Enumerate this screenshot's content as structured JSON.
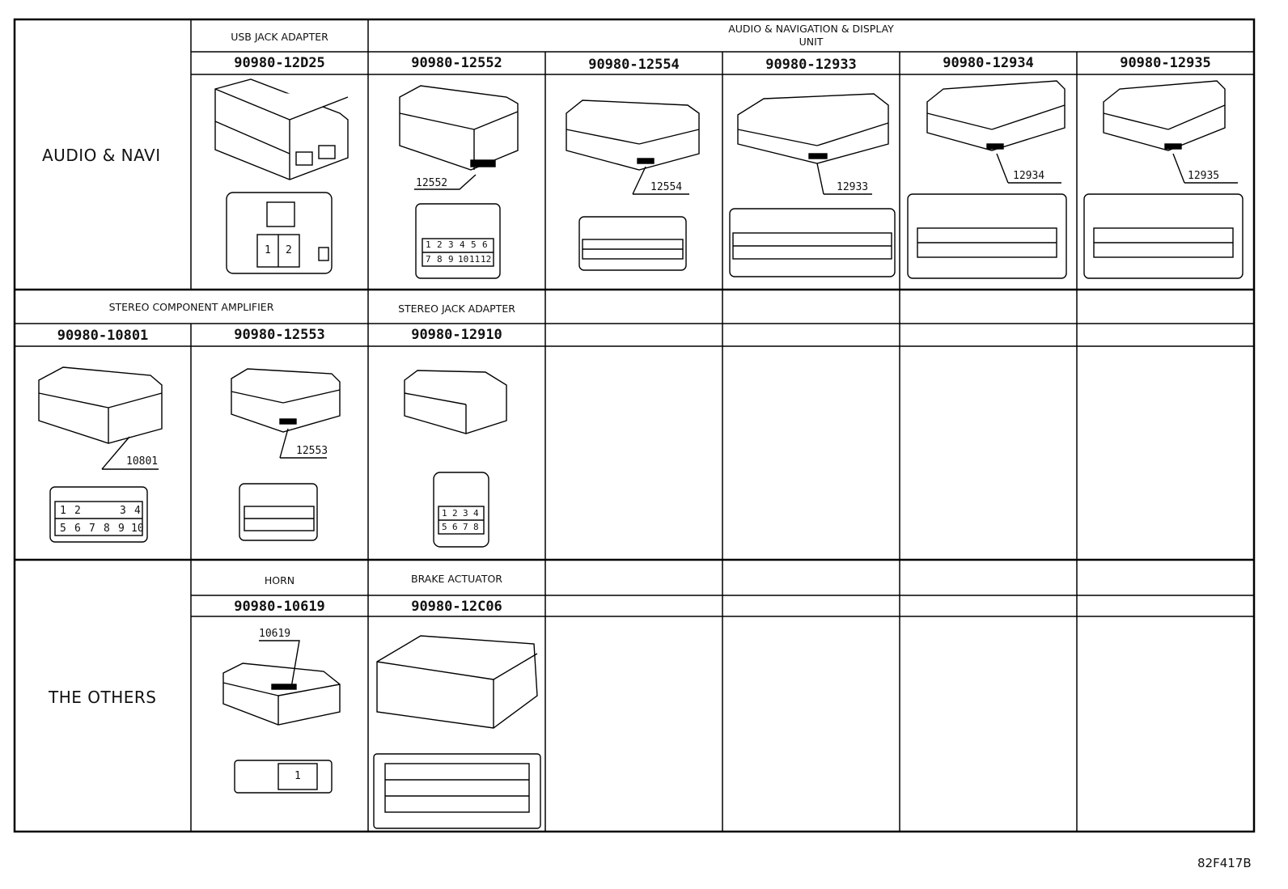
{
  "categories": {
    "audio_navi": "AUDIO & NAVI",
    "the_others": "THE OTHERS"
  },
  "labels": {
    "usb_jack": "USB JACK ADAPTER",
    "av_display": "AUDIO & NAVIGATION & DISPLAY",
    "av_display_2": "UNIT",
    "stereo_amp": "STEREO COMPONENT AMPLIFIER",
    "stereo_jack": "STEREO JACK ADAPTER",
    "horn": "HORN",
    "brake": "BRAKE ACTUATOR"
  },
  "parts": {
    "p12D25": "90980-12D25",
    "p12552": "90980-12552",
    "p12554": "90980-12554",
    "p12933": "90980-12933",
    "p12934": "90980-12934",
    "p12935": "90980-12935",
    "p10801": "90980-10801",
    "p12553": "90980-12553",
    "p12910": "90980-12910",
    "p10619": "90980-10619",
    "p12C06": "90980-12C06"
  },
  "codes": {
    "c12552": "12552",
    "c12554": "12554",
    "c12933": "12933",
    "c12934": "12934",
    "c12935": "12935",
    "c10801": "10801",
    "c12553": "12553",
    "c10619": "10619"
  },
  "pins": {
    "usb": [
      "1",
      "2"
    ],
    "p12552_row1": [
      "1",
      "2",
      "3",
      "4",
      "5",
      "6"
    ],
    "p12552_row2": [
      "7",
      "8",
      "9",
      "10",
      "11",
      "12"
    ],
    "p10801_row1": [
      "1",
      "2",
      "3",
      "4"
    ],
    "p10801_row2": [
      "5",
      "6",
      "7",
      "8",
      "9",
      "10"
    ],
    "p12910_row1": [
      "1",
      "2",
      "3",
      "4"
    ],
    "p12910_row2": [
      "5",
      "6",
      "7",
      "8"
    ],
    "horn": [
      "1"
    ]
  },
  "footer": {
    "figure_code": "82F417B"
  }
}
